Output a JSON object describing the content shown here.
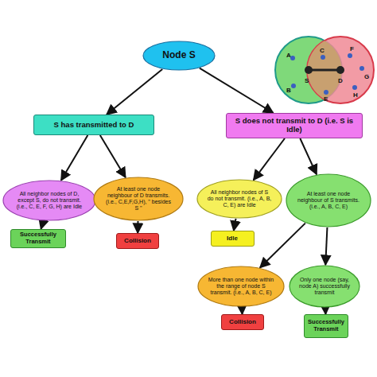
{
  "diagram": {
    "nodes": [
      {
        "text": [
          "Node S"
        ]
      },
      {
        "text": [
          "S has transmitted to D"
        ]
      },
      {
        "text": [
          "S does not transmit to D (i.e. S is Idle)"
        ]
      },
      {
        "text": [
          "All neighbor nodes of D, except S, do not transmit. (i.e., C, E, F, G, H) are Idle"
        ]
      },
      {
        "text": [
          "At least one node neighbour of D transmits. (i.e., C,E,F,G,H), \" besides S \""
        ]
      },
      {
        "text": [
          "Successfully Transmit"
        ]
      },
      {
        "text": [
          "Collision"
        ]
      },
      {
        "text": [
          "All neighbor nodes of S do not transmit. (i.e., A, B, C, E) are Idle"
        ]
      },
      {
        "text": [
          "At least one node neighbour of S transmits. (i.e., A, B, C, E)"
        ]
      },
      {
        "text": [
          "Idle"
        ]
      },
      {
        "text": [
          "More than one node within the range of node S transmit. (i.e., A, B, C, E)"
        ]
      },
      {
        "text": [
          "Only one node (say, node A) successfully transmit"
        ]
      },
      {
        "text": [
          "Collision"
        ]
      },
      {
        "text": [
          "Successfully Transmit"
        ]
      }
    ],
    "edges": [
      {
        "from": 0,
        "to": 1,
        "arrow": "to"
      },
      {
        "from": 0,
        "to": 2,
        "arrow": "to"
      },
      {
        "from": 1,
        "to": 3,
        "arrow": "to"
      },
      {
        "from": 1,
        "to": 4,
        "arrow": "to"
      },
      {
        "from": 3,
        "to": 5,
        "arrow": "to"
      },
      {
        "from": 4,
        "to": 6,
        "arrow": "to"
      },
      {
        "from": 2,
        "to": 7,
        "arrow": "to"
      },
      {
        "from": 2,
        "to": 8,
        "arrow": "to"
      },
      {
        "from": 7,
        "to": 9,
        "arrow": "to"
      },
      {
        "from": 8,
        "to": 10,
        "arrow": "to"
      },
      {
        "from": 8,
        "to": 11,
        "arrow": "to"
      },
      {
        "from": 10,
        "to": 12,
        "arrow": "to"
      },
      {
        "from": 11,
        "to": 13,
        "arrow": "to"
      }
    ],
    "labels": [
      "A",
      "C",
      "F",
      "G",
      "S",
      "D",
      "B",
      "E",
      "H"
    ]
  }
}
